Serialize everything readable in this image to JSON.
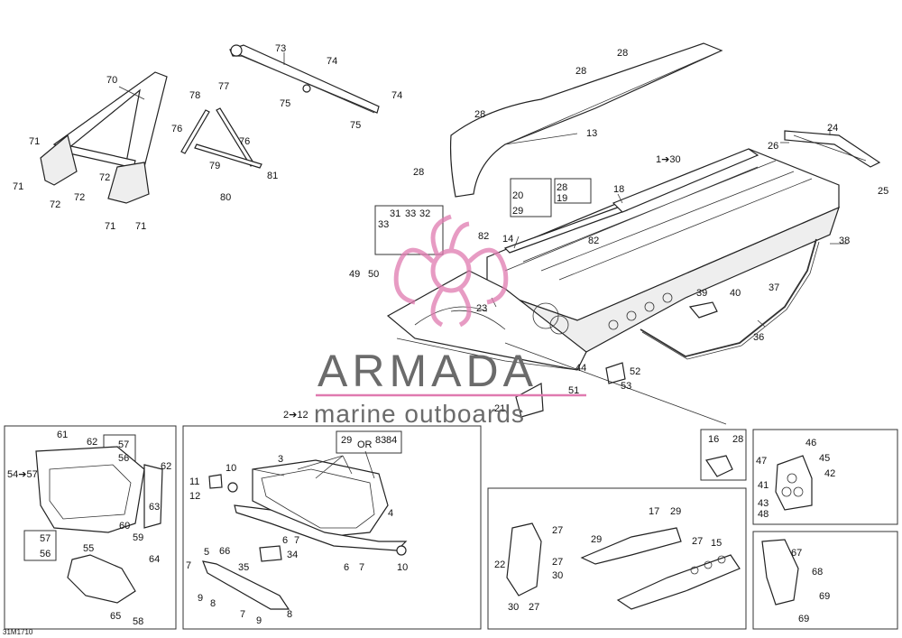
{
  "watermark": {
    "brand": "ARMADA",
    "tagline": "marine outboards",
    "accent": "#e07ab0",
    "text_color": "#6b6b6b"
  },
  "diagram_code": "31M1710",
  "callouts": {
    "c1_30": "1➔30",
    "c2_12": "2➔12",
    "c54_57": "54➔57",
    "c3": "3",
    "c4": "4",
    "c5": "5",
    "c6a": "6",
    "c6b": "6",
    "c7a": "7",
    "c7b": "7",
    "c7c": "7",
    "c7d": "7",
    "c8a": "8",
    "c8b": "8",
    "c9a": "9",
    "c9b": "9",
    "c10a": "10",
    "c10b": "10",
    "c11": "11",
    "c12": "12",
    "c13": "13",
    "c14": "14",
    "c15": "15",
    "c16": "16",
    "c17": "17",
    "c18": "18",
    "c19": "19",
    "c20": "20",
    "c21": "21",
    "c22": "22",
    "c23": "23",
    "c24": "24",
    "c25": "25",
    "c26": "26",
    "c27a": "27",
    "c27b": "27",
    "c27c": "27",
    "c27d": "27",
    "c28a": "28",
    "c28b": "28",
    "c28c": "28",
    "c28d": "28",
    "c28e": "28",
    "c28f": "28",
    "c29a": "29",
    "c29b": "29",
    "c29c": "29",
    "c29d": "29",
    "c30a": "30",
    "c30b": "30",
    "c31": "31",
    "c32": "32",
    "c33a": "33",
    "c33b": "33",
    "c34": "34",
    "c35": "35",
    "c36": "36",
    "c37": "37",
    "c38": "38",
    "c39": "39",
    "c40": "40",
    "c41": "41",
    "c42": "42",
    "c43": "43",
    "c44": "44",
    "c45": "45",
    "c46": "46",
    "c47": "47",
    "c48": "48",
    "c49": "49",
    "c50": "50",
    "c51": "51",
    "c52": "52",
    "c53": "53",
    "c55": "55",
    "c56a": "56",
    "c56b": "56",
    "c57a": "57",
    "c57b": "57",
    "c58": "58",
    "c59": "59",
    "c60": "60",
    "c61": "61",
    "c62a": "62",
    "c62b": "62",
    "c63": "63",
    "c64": "64",
    "c65": "65",
    "c66": "66",
    "c67": "67",
    "c68": "68",
    "c69a": "69",
    "c69b": "69",
    "c70": "70",
    "c71a": "71",
    "c71b": "71",
    "c71c": "71",
    "c71d": "71",
    "c72a": "72",
    "c72b": "72",
    "c72c": "72",
    "c73": "73",
    "c74a": "74",
    "c74b": "74",
    "c75a": "75",
    "c75b": "75",
    "c76a": "76",
    "c76b": "76",
    "c77": "77",
    "c78": "78",
    "c79": "79",
    "c80": "80",
    "c81": "81",
    "c82a": "82",
    "c82b": "82",
    "c83": "83",
    "c84": "84",
    "or": "OR"
  }
}
